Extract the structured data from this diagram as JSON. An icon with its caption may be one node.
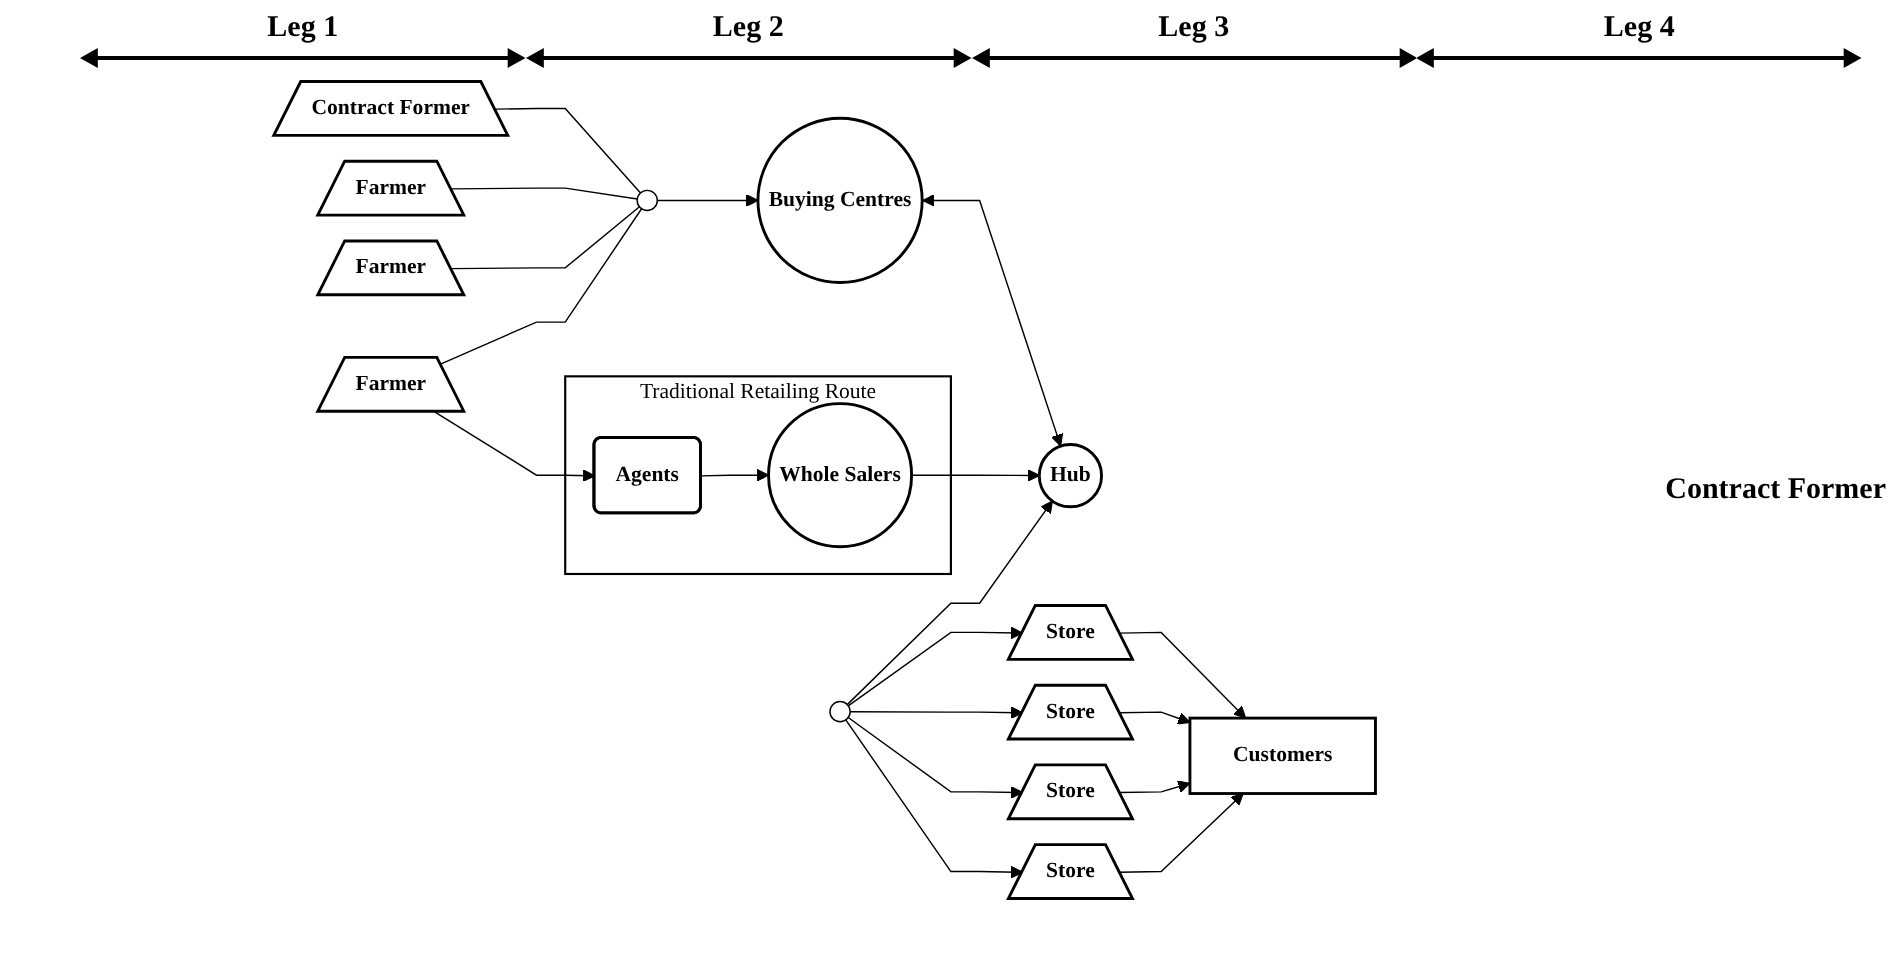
{
  "diagram": {
    "nodes": [
      {
        "text": [
          "Contract Former"
        ]
      },
      {
        "text": [
          "Farmer"
        ]
      },
      {
        "text": [
          "Farmer"
        ]
      },
      {
        "text": [
          "Farmer"
        ]
      },
      {
        "text": [],
        "shape": "circle"
      },
      {
        "text": [
          "Buying Centres"
        ]
      },
      {
        "text": [
          "Hub"
        ]
      },
      {
        "text": [
          "Traditional Retailing Route"
        ]
      },
      {
        "text": [
          "Agents"
        ],
        "in": 7
      },
      {
        "text": [
          "Whole Salers"
        ],
        "in": 7
      },
      {
        "text": [],
        "shape": "circle"
      },
      {
        "text": [
          "Store"
        ]
      },
      {
        "text": [
          "Store"
        ]
      },
      {
        "text": [
          "Store"
        ]
      },
      {
        "text": [
          "Store"
        ]
      },
      {
        "text": [
          "Customers"
        ]
      }
    ],
    "edges": [
      {
        "from": 0,
        "to": 4,
        "arrow": "none"
      },
      {
        "from": 1,
        "to": 4,
        "arrow": "none"
      },
      {
        "from": 2,
        "to": 4,
        "arrow": "none"
      },
      {
        "from": 3,
        "to": 4,
        "arrow": "none"
      },
      {
        "from": 4,
        "to": 5,
        "arrow": "to"
      },
      {
        "from": 5,
        "to": 6,
        "arrow": "both"
      },
      {
        "from": 3,
        "to": 8,
        "arrow": "to"
      },
      {
        "from": 8,
        "to": 9,
        "arrow": "to"
      },
      {
        "from": 9,
        "to": 6,
        "arrow": "to"
      },
      {
        "from": 10,
        "to": 6,
        "arrow": "to"
      },
      {
        "from": 10,
        "to": 11,
        "arrow": "to"
      },
      {
        "from": 10,
        "to": 12,
        "arrow": "to"
      },
      {
        "from": 10,
        "to": 13,
        "arrow": "to"
      },
      {
        "from": 10,
        "to": 14,
        "arrow": "to"
      },
      {
        "from": 11,
        "to": 15,
        "arrow": "to"
      },
      {
        "from": 12,
        "to": 15,
        "arrow": "to"
      },
      {
        "from": 13,
        "to": 15,
        "arrow": "to"
      },
      {
        "from": 14,
        "to": 15,
        "arrow": "to"
      }
    ],
    "labels": [
      "Leg 1",
      "Leg 2",
      "Leg 3",
      "Leg 4",
      "Contract Former"
    ]
  }
}
